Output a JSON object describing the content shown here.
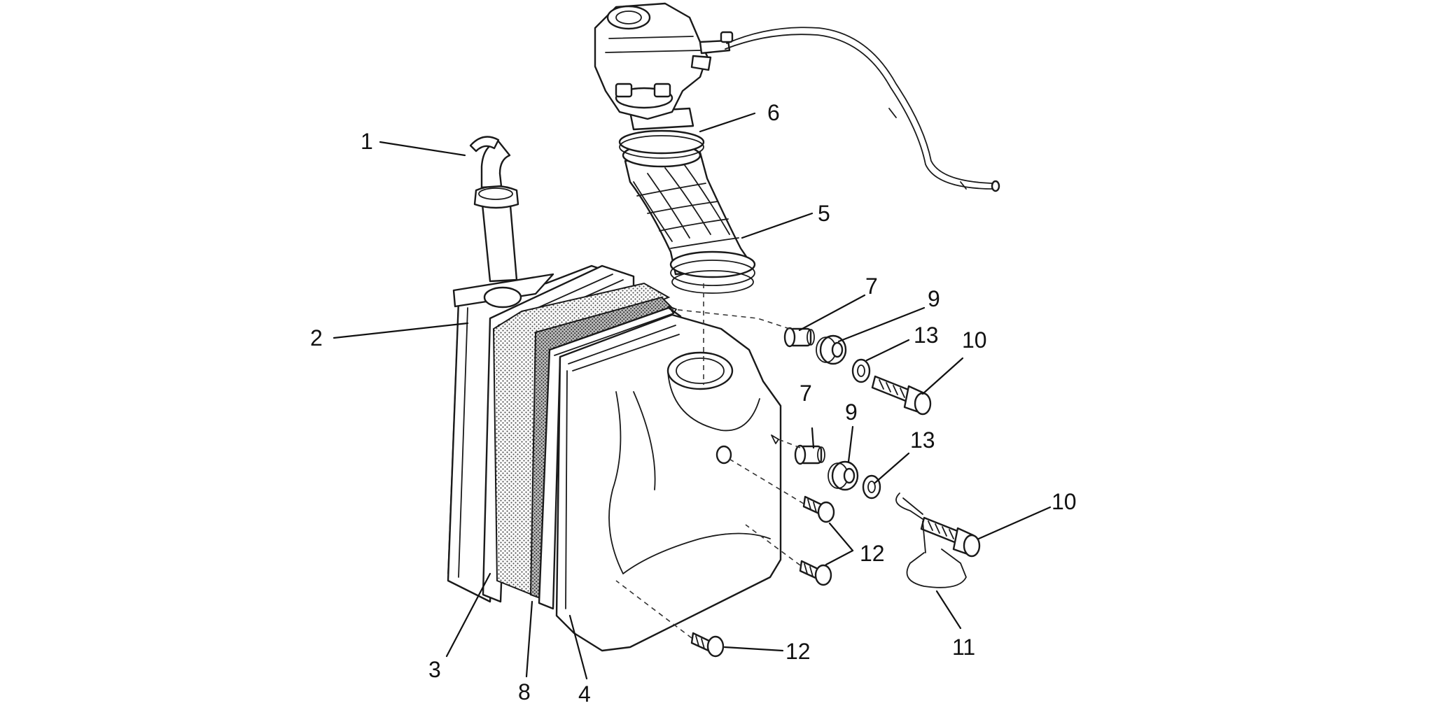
{
  "callouts": {
    "c1": "1",
    "c2": "2",
    "c3": "3",
    "c4": "4",
    "c5": "5",
    "c6": "6",
    "c7a": "7",
    "c7b": "7",
    "c8": "8",
    "c9a": "9",
    "c9b": "9",
    "c10a": "10",
    "c10b": "10",
    "c11": "11",
    "c12a": "12",
    "c12b": "12",
    "c13a": "13",
    "c13b": "13"
  },
  "colors": {
    "line": "#1a1a1a",
    "background": "#ffffff"
  }
}
